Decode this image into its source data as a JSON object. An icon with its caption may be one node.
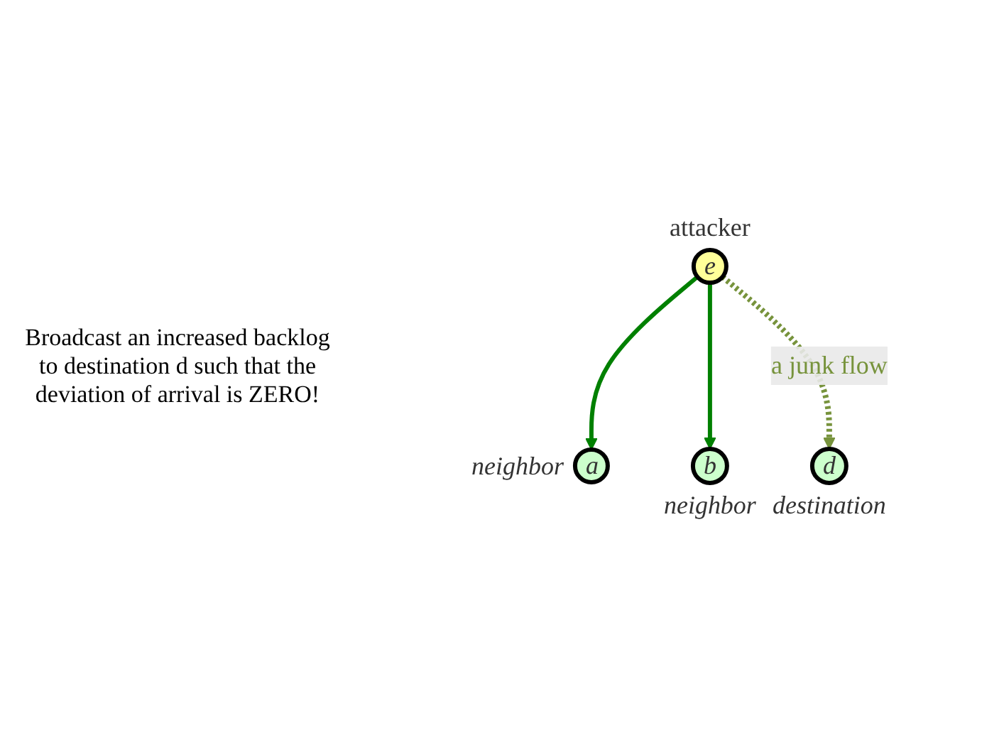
{
  "diagram": {
    "nodes": [
      {
        "text": [
          "a"
        ],
        "beside": [
          "neighbor"
        ]
      },
      {
        "text": [
          "e"
        ],
        "beside": [
          "attacker"
        ]
      },
      {
        "text": [
          "b"
        ],
        "beside": [
          "neighbor"
        ]
      },
      {
        "text": [
          "d"
        ],
        "beside": [
          "destination"
        ]
      }
    ],
    "edges": [
      {
        "from": 1,
        "to": 0,
        "arrow": "to"
      },
      {
        "from": 1,
        "to": 2,
        "arrow": "to"
      },
      {
        "from": 1,
        "to": 3,
        "arrow": "to",
        "label": "a junk flow",
        "style": "dashed",
        "color": "#77933c"
      }
    ],
    "labels": [
      "Broadcast an increased backlog to destination d such that the deviation of arrival is ZERO!"
    ]
  }
}
